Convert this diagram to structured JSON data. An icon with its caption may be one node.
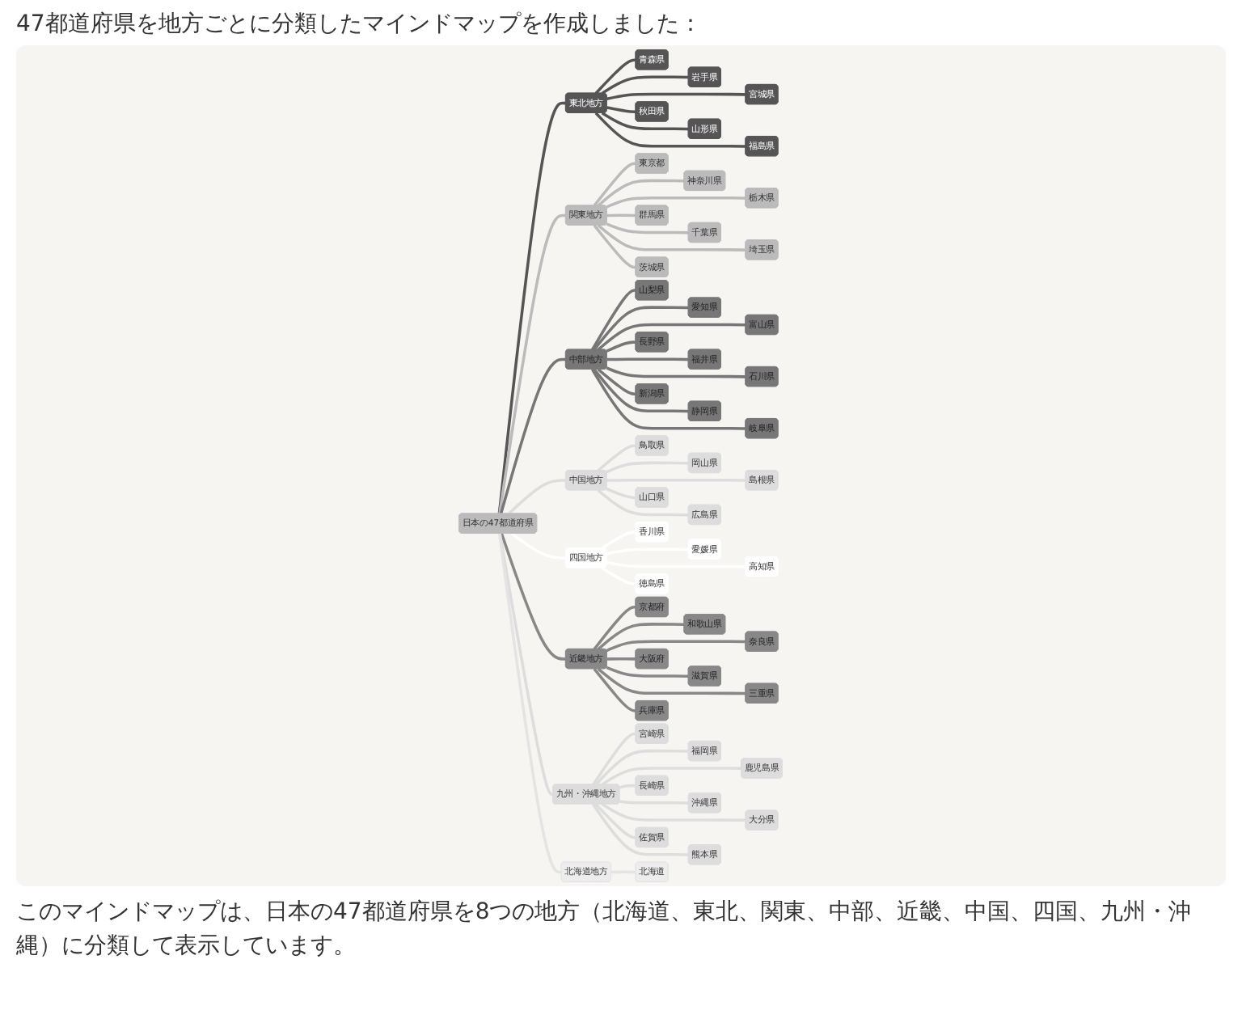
{
  "diagram": {
    "title": "47都道府県を地方ごとに分類したマインドマップを作成しました：",
    "caption": "このマインドマップは、日本の47都道府県を8つの地方（北海道、東北、関東、中部、近畿、中国、四国、九州・沖縄）に分類して表示しています。",
    "nodes": [
      {
        "text": [
          "日本の47都道府県"
        ]
      },
      {
        "text": [
          "東北地方"
        ]
      },
      {
        "text": [
          "青森県"
        ]
      },
      {
        "text": [
          "岩手県"
        ]
      },
      {
        "text": [
          "宮城県"
        ]
      },
      {
        "text": [
          "秋田県"
        ]
      },
      {
        "text": [
          "山形県"
        ]
      },
      {
        "text": [
          "福島県"
        ]
      },
      {
        "text": [
          "関東地方"
        ]
      },
      {
        "text": [
          "東京都"
        ]
      },
      {
        "text": [
          "神奈川県"
        ]
      },
      {
        "text": [
          "栃木県"
        ]
      },
      {
        "text": [
          "群馬県"
        ]
      },
      {
        "text": [
          "千葉県"
        ]
      },
      {
        "text": [
          "埼玉県"
        ]
      },
      {
        "text": [
          "茨城県"
        ]
      },
      {
        "text": [
          "中部地方"
        ]
      },
      {
        "text": [
          "山梨県"
        ]
      },
      {
        "text": [
          "愛知県"
        ]
      },
      {
        "text": [
          "富山県"
        ]
      },
      {
        "text": [
          "長野県"
        ]
      },
      {
        "text": [
          "福井県"
        ]
      },
      {
        "text": [
          "石川県"
        ]
      },
      {
        "text": [
          "新潟県"
        ]
      },
      {
        "text": [
          "静岡県"
        ]
      },
      {
        "text": [
          "岐阜県"
        ]
      },
      {
        "text": [
          "中国地方"
        ]
      },
      {
        "text": [
          "鳥取県"
        ]
      },
      {
        "text": [
          "岡山県"
        ]
      },
      {
        "text": [
          "島根県"
        ]
      },
      {
        "text": [
          "山口県"
        ]
      },
      {
        "text": [
          "広島県"
        ]
      },
      {
        "text": [
          "四国地方"
        ]
      },
      {
        "text": [
          "香川県"
        ]
      },
      {
        "text": [
          "愛媛県"
        ]
      },
      {
        "text": [
          "高知県"
        ]
      },
      {
        "text": [
          "徳島県"
        ]
      },
      {
        "text": [
          "近畿地方"
        ]
      },
      {
        "text": [
          "京都府"
        ]
      },
      {
        "text": [
          "和歌山県"
        ]
      },
      {
        "text": [
          "奈良県"
        ]
      },
      {
        "text": [
          "大阪府"
        ]
      },
      {
        "text": [
          "滋賀県"
        ]
      },
      {
        "text": [
          "三重県"
        ]
      },
      {
        "text": [
          "兵庫県"
        ]
      },
      {
        "text": [
          "九州・沖縄地方"
        ]
      },
      {
        "text": [
          "宮崎県"
        ]
      },
      {
        "text": [
          "福岡県"
        ]
      },
      {
        "text": [
          "鹿児島県"
        ]
      },
      {
        "text": [
          "長崎県"
        ]
      },
      {
        "text": [
          "沖縄県"
        ]
      },
      {
        "text": [
          "大分県"
        ]
      },
      {
        "text": [
          "佐賀県"
        ]
      },
      {
        "text": [
          "熊本県"
        ]
      },
      {
        "text": [
          "北海道地方"
        ]
      },
      {
        "text": [
          "北海道"
        ]
      }
    ],
    "edges": [
      {
        "from": 0,
        "to": 1,
        "arrow": "none",
        "color": "#555555"
      },
      {
        "from": 1,
        "to": 2,
        "arrow": "none",
        "color": "#555555"
      },
      {
        "from": 1,
        "to": 3,
        "arrow": "none",
        "color": "#555555"
      },
      {
        "from": 1,
        "to": 4,
        "arrow": "none",
        "color": "#555555"
      },
      {
        "from": 1,
        "to": 5,
        "arrow": "none",
        "color": "#555555"
      },
      {
        "from": 1,
        "to": 6,
        "arrow": "none",
        "color": "#555555"
      },
      {
        "from": 1,
        "to": 7,
        "arrow": "none",
        "color": "#555555"
      },
      {
        "from": 0,
        "to": 8,
        "arrow": "none",
        "color": "#bbbbbb"
      },
      {
        "from": 8,
        "to": 9,
        "arrow": "none",
        "color": "#bbbbbb"
      },
      {
        "from": 8,
        "to": 10,
        "arrow": "none",
        "color": "#bbbbbb"
      },
      {
        "from": 8,
        "to": 11,
        "arrow": "none",
        "color": "#bbbbbb"
      },
      {
        "from": 8,
        "to": 12,
        "arrow": "none",
        "color": "#bbbbbb"
      },
      {
        "from": 8,
        "to": 13,
        "arrow": "none",
        "color": "#bbbbbb"
      },
      {
        "from": 8,
        "to": 14,
        "arrow": "none",
        "color": "#bbbbbb"
      },
      {
        "from": 8,
        "to": 15,
        "arrow": "none",
        "color": "#bbbbbb"
      },
      {
        "from": 0,
        "to": 16,
        "arrow": "none",
        "color": "#777777"
      },
      {
        "from": 16,
        "to": 17,
        "arrow": "none",
        "color": "#777777"
      },
      {
        "from": 16,
        "to": 18,
        "arrow": "none",
        "color": "#777777"
      },
      {
        "from": 16,
        "to": 19,
        "arrow": "none",
        "color": "#777777"
      },
      {
        "from": 16,
        "to": 20,
        "arrow": "none",
        "color": "#777777"
      },
      {
        "from": 16,
        "to": 21,
        "arrow": "none",
        "color": "#777777"
      },
      {
        "from": 16,
        "to": 22,
        "arrow": "none",
        "color": "#777777"
      },
      {
        "from": 16,
        "to": 23,
        "arrow": "none",
        "color": "#777777"
      },
      {
        "from": 16,
        "to": 24,
        "arrow": "none",
        "color": "#777777"
      },
      {
        "from": 16,
        "to": 25,
        "arrow": "none",
        "color": "#777777"
      },
      {
        "from": 0,
        "to": 26,
        "arrow": "none",
        "color": "#dddddd"
      },
      {
        "from": 26,
        "to": 27,
        "arrow": "none",
        "color": "#dddddd"
      },
      {
        "from": 26,
        "to": 28,
        "arrow": "none",
        "color": "#dddddd"
      },
      {
        "from": 26,
        "to": 29,
        "arrow": "none",
        "color": "#dddddd"
      },
      {
        "from": 26,
        "to": 30,
        "arrow": "none",
        "color": "#dddddd"
      },
      {
        "from": 26,
        "to": 31,
        "arrow": "none",
        "color": "#dddddd"
      },
      {
        "from": 0,
        "to": 32,
        "arrow": "none",
        "color": "#ffffff"
      },
      {
        "from": 32,
        "to": 33,
        "arrow": "none",
        "color": "#ffffff"
      },
      {
        "from": 32,
        "to": 34,
        "arrow": "none",
        "color": "#ffffff"
      },
      {
        "from": 32,
        "to": 35,
        "arrow": "none",
        "color": "#ffffff"
      },
      {
        "from": 32,
        "to": 36,
        "arrow": "none",
        "color": "#ffffff"
      },
      {
        "from": 0,
        "to": 37,
        "arrow": "none",
        "color": "#888888"
      },
      {
        "from": 37,
        "to": 38,
        "arrow": "none",
        "color": "#888888"
      },
      {
        "from": 37,
        "to": 39,
        "arrow": "none",
        "color": "#888888"
      },
      {
        "from": 37,
        "to": 40,
        "arrow": "none",
        "color": "#888888"
      },
      {
        "from": 37,
        "to": 41,
        "arrow": "none",
        "color": "#888888"
      },
      {
        "from": 37,
        "to": 42,
        "arrow": "none",
        "color": "#888888"
      },
      {
        "from": 37,
        "to": 43,
        "arrow": "none",
        "color": "#888888"
      },
      {
        "from": 37,
        "to": 44,
        "arrow": "none",
        "color": "#888888"
      },
      {
        "from": 0,
        "to": 45,
        "arrow": "none",
        "color": "#dddddd"
      },
      {
        "from": 45,
        "to": 46,
        "arrow": "none",
        "color": "#dddddd"
      },
      {
        "from": 45,
        "to": 47,
        "arrow": "none",
        "color": "#dddddd"
      },
      {
        "from": 45,
        "to": 48,
        "arrow": "none",
        "color": "#dddddd"
      },
      {
        "from": 45,
        "to": 49,
        "arrow": "none",
        "color": "#dddddd"
      },
      {
        "from": 45,
        "to": 50,
        "arrow": "none",
        "color": "#dddddd"
      },
      {
        "from": 45,
        "to": 51,
        "arrow": "none",
        "color": "#dddddd"
      },
      {
        "from": 45,
        "to": 52,
        "arrow": "none",
        "color": "#dddddd"
      },
      {
        "from": 45,
        "to": 53,
        "arrow": "none",
        "color": "#dddddd"
      },
      {
        "from": 0,
        "to": 54,
        "arrow": "none",
        "color": "#e4e4e4"
      },
      {
        "from": 54,
        "to": 55,
        "arrow": "none",
        "color": "#e4e4e4"
      }
    ]
  }
}
